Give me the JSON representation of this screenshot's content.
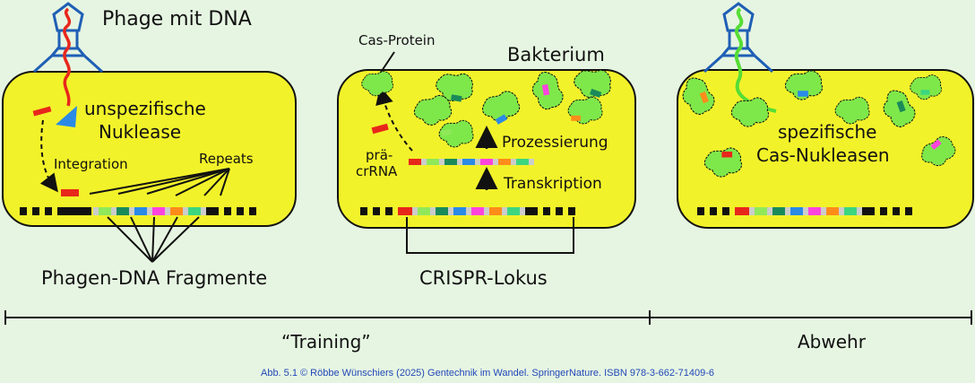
{
  "labels": {
    "phage": "Phage mit DNA",
    "nuclease_line1": "unspezifische",
    "nuclease_line2": "Nuklease",
    "integration": "Integration",
    "repeats": "Repeats",
    "phage_fragments": "Phagen-DNA Fragmente",
    "cas_protein": "Cas-Protein",
    "bacterium": "Bakterium",
    "precrrna_line1": "prä-",
    "precrrna_line2": "crRNA",
    "processing": "Prozessierung",
    "transcription": "Transkription",
    "crispr_locus": "CRISPR-Lokus",
    "specific_line1": "spezifische",
    "specific_line2": "Cas-Nukleasen",
    "training": "“Training”",
    "defense": "Abwehr"
  },
  "caption": "Abb. 5.1 © Röbbe Wünschiers (2025) Gentechnik im Wandel. SpringerNature. ISBN 978-3-662-71409-6",
  "colors": {
    "background": "#e6f5e2",
    "cell": "#f2f22a",
    "cas_protein": "#7ee84a",
    "phage_blue": "#1f5fb5",
    "nuclease_blue": "#2a8ae6",
    "phage_dna_red": "#e8271b",
    "spacer_colors": [
      "#e8271b",
      "#8fe85a",
      "#1b8a5a",
      "#2a8ae6",
      "#ff44dd",
      "#ff8c1a",
      "#3cd680",
      "#cccccc"
    ]
  },
  "icons": [
    "phage-icon",
    "nuclease-icon",
    "cas-protein-icon",
    "arrow-up-icon",
    "dashed-arrow-icon"
  ]
}
